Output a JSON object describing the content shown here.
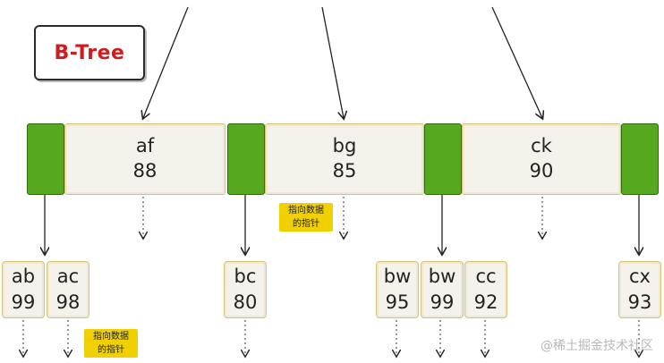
{
  "title": "B-Tree",
  "root_keys": [
    {
      "name": "af",
      "value": "88"
    },
    {
      "name": "bg",
      "value": "85"
    },
    {
      "name": "ck",
      "value": "90"
    }
  ],
  "leaves": [
    {
      "name": "ab",
      "value": "99"
    },
    {
      "name": "ac",
      "value": "98"
    },
    {
      "name": "bc",
      "value": "80"
    },
    {
      "name": "bw",
      "value": "95"
    },
    {
      "name": "bw",
      "value": "99"
    },
    {
      "name": "cc",
      "value": "92"
    },
    {
      "name": "cx",
      "value": "93"
    }
  ],
  "notes": {
    "data_pointer_1": "指向数据\n的指针",
    "data_pointer_2": "指向数据\n的指针"
  },
  "watermark": "@稀土掘金技术社区",
  "colors": {
    "pointer": "#56a81f",
    "key_fill": "#f4f2ea",
    "note": "#f0d000",
    "title": "#d01c1c"
  }
}
